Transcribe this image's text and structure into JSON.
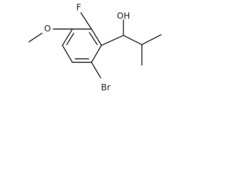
{
  "molecule": {
    "atoms": {
      "hydroxyl": "OH",
      "fluorine": "F",
      "methoxy_oxygen": "O",
      "bromine": "Br"
    },
    "colors": {
      "bond": "#2a2a2a",
      "label": "#222222",
      "background": "#ffffff"
    }
  }
}
